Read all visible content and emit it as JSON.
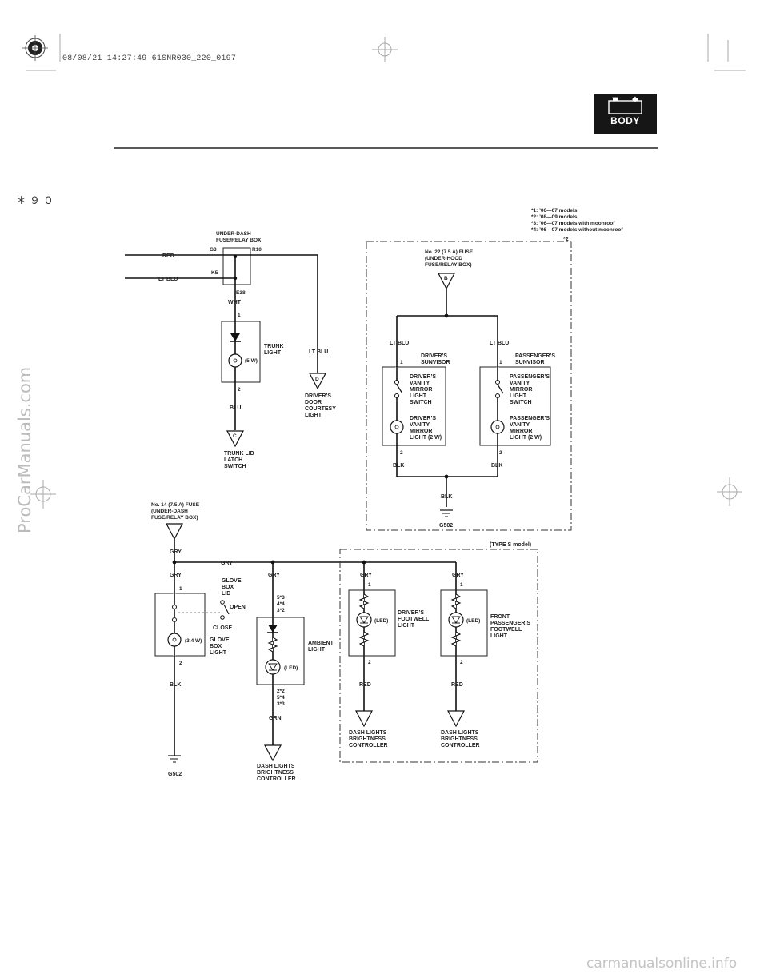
{
  "header": {
    "stamp": "08/08/21 14:27:49 61SNR030_220_0197",
    "page_marker": "＊９０",
    "badge": {
      "label": "BODY",
      "minus": "–",
      "plus": "+"
    }
  },
  "watermarks": {
    "side": "ProCarManuals.com",
    "bottom": "carmanualsonline.info"
  },
  "notes": [
    "*1: ’06—07 models",
    "*2: ’08—09 models",
    "*3: ’06—07 models with moonroof",
    "*4: ’06—07 models without moonroof"
  ],
  "box_tags": {
    "upper": "*2",
    "lower": "(TYPE S model)"
  },
  "under_dash": {
    "title_1": "UNDER-DASH",
    "title_2": "FUSE/RELAY BOX",
    "pin_g3": "G3",
    "pin_r10": "R10",
    "pin_k5": "K5",
    "pin_e38": "E38",
    "wire_red": "RED",
    "wire_ltblu": "LT BLU"
  },
  "trunk": {
    "wire_top": "WHT",
    "pin1": "1",
    "pin2": "2",
    "watt": "(5 W)",
    "label_1": "TRUNK",
    "label_2": "LIGHT",
    "wire_bottom": "BLU",
    "conn": "C",
    "switch_1": "TRUNK LID",
    "switch_2": "LATCH",
    "switch_3": "SWITCH"
  },
  "courtesy": {
    "wire": "LT BLU",
    "conn": "D",
    "label_1": "DRIVER’S",
    "label_2": "DOOR",
    "label_3": "COURTESY",
    "label_4": "LIGHT"
  },
  "fuse22": {
    "line_1": "No. 22 (7.5 A) FUSE",
    "line_2": "(UNDER-HOOD",
    "line_3": "FUSE/RELAY BOX)",
    "conn": "B"
  },
  "drv_visor": {
    "wire_top": "LT BLU",
    "pin1": "1",
    "pin2": "2",
    "wire_bottom": "BLK",
    "visor_1": "DRIVER’S",
    "visor_2": "SUNVISOR",
    "sw_1": "DRIVER’S",
    "sw_2": "VANITY",
    "sw_3": "MIRROR",
    "sw_4": "LIGHT",
    "sw_5": "SWITCH",
    "lt_1": "DRIVER’S",
    "lt_2": "VANITY",
    "lt_3": "MIRROR",
    "lt_4": "LIGHT (2 W)"
  },
  "pas_visor": {
    "wire_top": "LT BLU",
    "pin1": "1",
    "pin2": "2",
    "wire_bottom": "BLK",
    "visor_1": "PASSENGER’S",
    "visor_2": "SUNVISOR",
    "sw_1": "PASSENGER’S",
    "sw_2": "VANITY",
    "sw_3": "MIRROR",
    "sw_4": "LIGHT",
    "sw_5": "SWITCH",
    "lt_1": "PASSENGER’S",
    "lt_2": "VANITY",
    "lt_3": "MIRROR",
    "lt_4": "LIGHT (2 W)"
  },
  "upper_ground": {
    "wire": "BLK",
    "name": "G502"
  },
  "fuse14": {
    "line_1": "No. 14 (7.5 A) FUSE",
    "line_2": "(UNDER-DASH",
    "line_3": "FUSE/RELAY BOX)"
  },
  "bus": {
    "wire_left": "GRY",
    "wire_main": "GRY"
  },
  "glove": {
    "wire_top": "GRY",
    "pin1": "1",
    "pin2": "2",
    "lid_1": "GLOVE",
    "lid_2": "BOX",
    "lid_3": "LID",
    "open": "OPEN",
    "close": "CLOSE",
    "watt": "(3.4 W)",
    "lt_1": "GLOVE",
    "lt_2": "BOX",
    "lt_3": "LIGHT",
    "wire_bottom": "BLK",
    "ground": "G502"
  },
  "ambient": {
    "wire_top": "GRY",
    "pins_top_1": "5*3",
    "pins_top_2": "4*4",
    "pins_top_3": "3*2",
    "led": "(LED)",
    "label_1": "AMBIENT",
    "label_2": "LIGHT",
    "pins_bot_1": "2*2",
    "pins_bot_2": "5*4",
    "pins_bot_3": "3*3",
    "wire_bottom": "GRN",
    "ctrl_1": "DASH LIGHTS",
    "ctrl_2": "BRIGHTNESS",
    "ctrl_3": "CONTROLLER"
  },
  "drv_foot": {
    "wire_top": "GRY",
    "pin1": "1",
    "pin2": "2",
    "led": "(LED)",
    "label_1": "DRIVER’S",
    "label_2": "FOOTWELL",
    "label_3": "LIGHT",
    "wire_bottom": "RED",
    "ctrl_1": "DASH LIGHTS",
    "ctrl_2": "BRIGHTNESS",
    "ctrl_3": "CONTROLLER"
  },
  "pas_foot": {
    "wire_top": "GRY",
    "pin1": "1",
    "pin2": "2",
    "led": "(LED)",
    "label_1": "FRONT",
    "label_2": "PASSENGER’S",
    "label_3": "FOOTWELL",
    "label_4": "LIGHT",
    "wire_bottom": "RED",
    "ctrl_1": "DASH LIGHTS",
    "ctrl_2": "BRIGHTNESS",
    "ctrl_3": "CONTROLLER"
  }
}
